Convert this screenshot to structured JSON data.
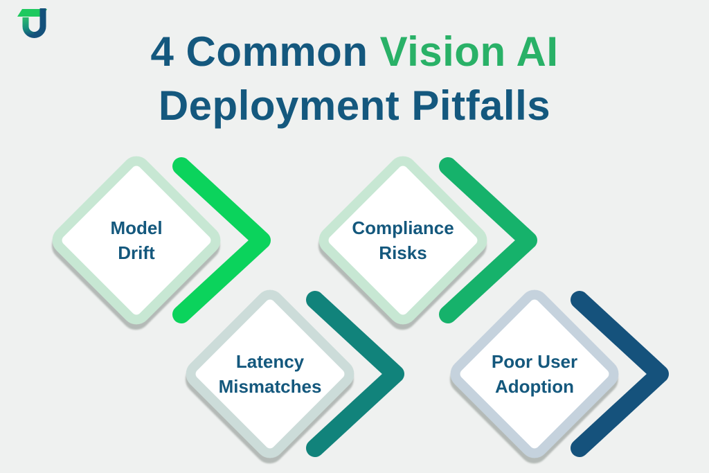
{
  "background_color": "#eff1f0",
  "logo": {
    "bar_color": "#1ec95f",
    "u_left_top_color": "#2cba6c",
    "u_left_mid_color": "#18917c",
    "u_left_bottom_color": "#14517b",
    "u_right_color": "#14517b"
  },
  "title": {
    "line1_dark": "4 Common ",
    "line1_accent": "Vision AI",
    "line2": "Deployment Pitfalls",
    "dark_color": "#14587e",
    "accent_color": "#29b167"
  },
  "text_color": "#14587d",
  "pitfalls": [
    {
      "line1": "Model",
      "line2": "Drift",
      "diamond_color": "#c7e7d3",
      "chevron_color": "#0bd35c"
    },
    {
      "line1": "Compliance",
      "line2": "Risks",
      "diamond_color": "#c7e7d3",
      "chevron_color": "#16b26b"
    },
    {
      "line1": "Latency",
      "line2": "Mismatches",
      "diamond_color": "#ccdcd9",
      "chevron_color": "#11837b"
    },
    {
      "line1": "Poor User",
      "line2": "Adoption",
      "diamond_color": "#c5d2dd",
      "chevron_color": "#15527c"
    }
  ]
}
